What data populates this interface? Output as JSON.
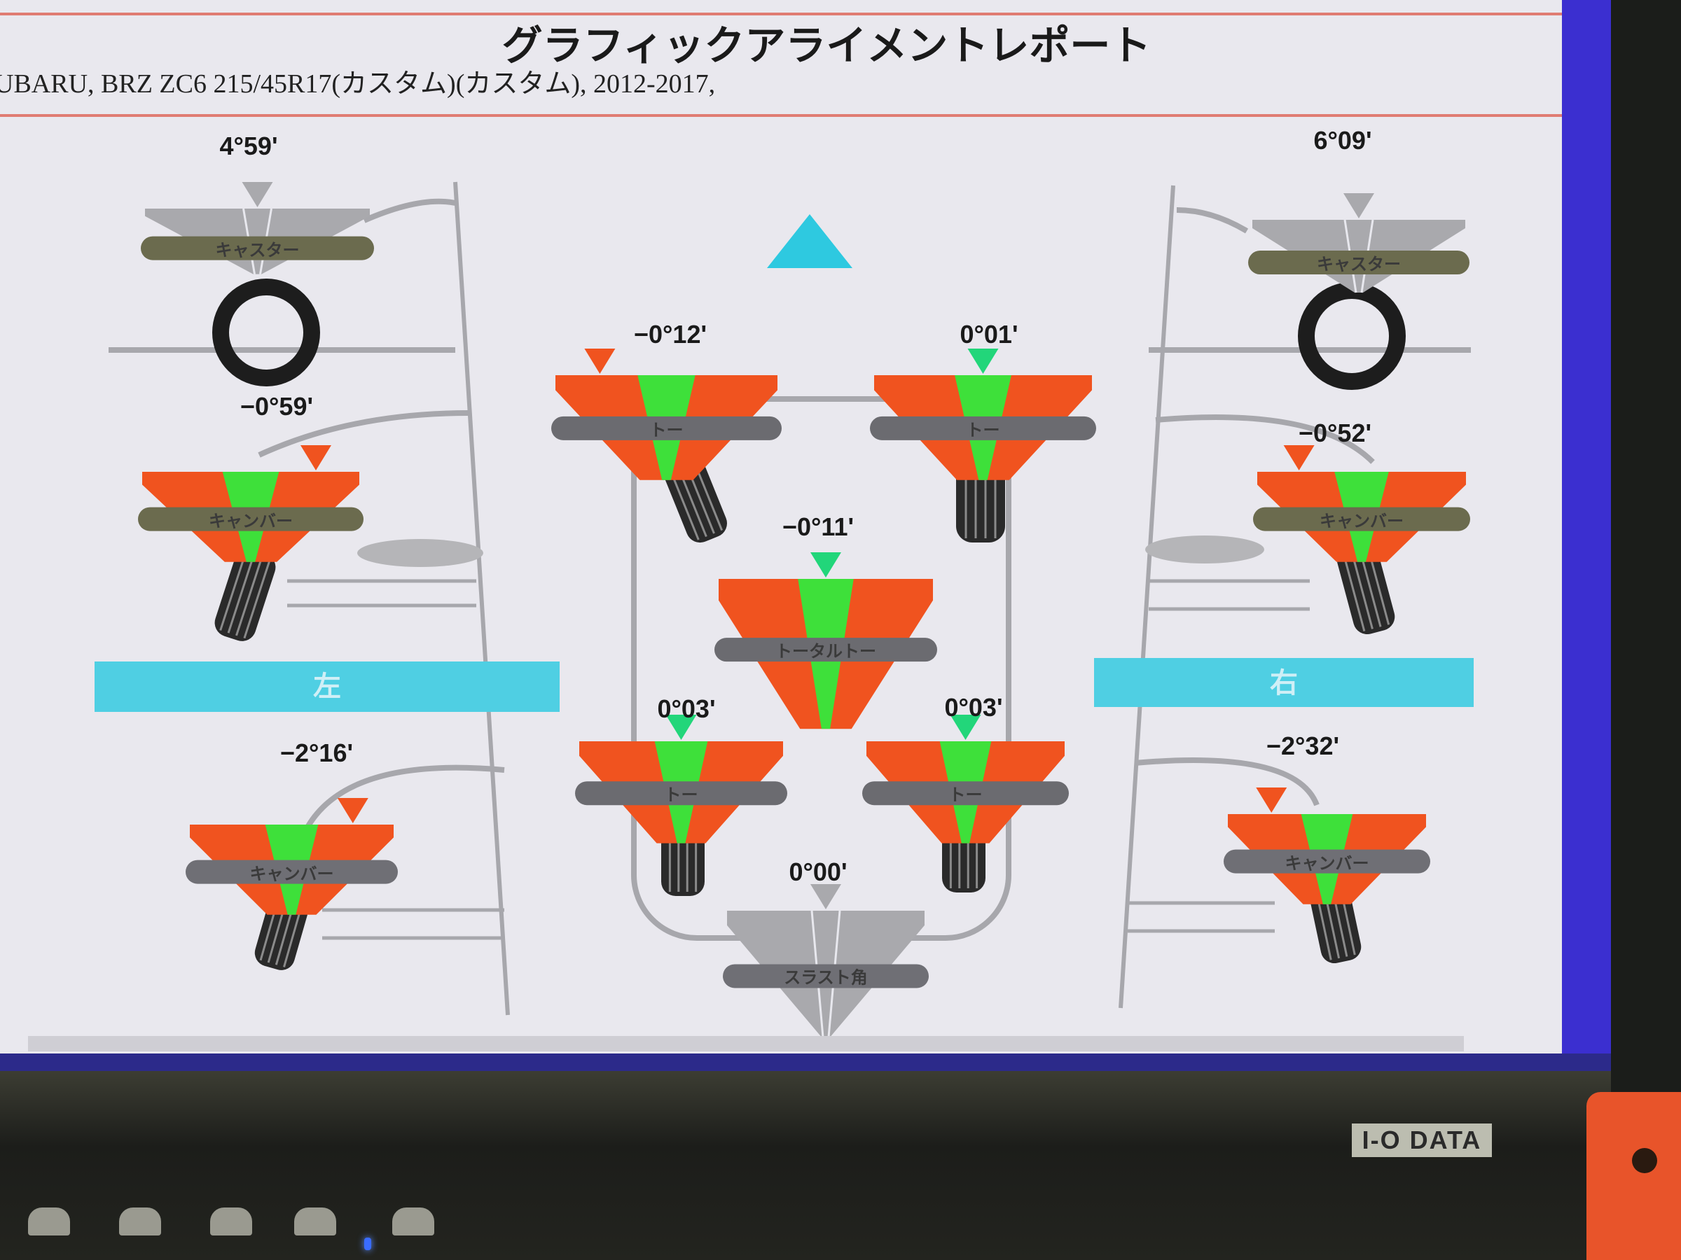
{
  "header": {
    "title": "グラフィックアライメントレポート",
    "vehicle": "UBARU, BRZ ZC6 215/45R17(カスタム)(カスタム), 2012-2017,"
  },
  "sides": {
    "left": "左",
    "right": "右"
  },
  "gauges": {
    "left_caster": {
      "label": "キャスター",
      "value": "4°59'",
      "status": "neutral"
    },
    "right_caster": {
      "label": "キャスター",
      "value": "6°09'",
      "status": "neutral"
    },
    "left_front_camber": {
      "label": "キャンバー",
      "value": "−0°59'",
      "status": "out"
    },
    "right_front_camber": {
      "label": "キャンバー",
      "value": "−0°52'",
      "status": "out"
    },
    "left_rear_camber": {
      "label": "キャンバー",
      "value": "−2°16'",
      "status": "out"
    },
    "right_rear_camber": {
      "label": "キャンバー",
      "value": "−2°32'",
      "status": "out"
    },
    "left_front_toe": {
      "label": "トー",
      "value": "−0°12'",
      "status": "out"
    },
    "right_front_toe": {
      "label": "トー",
      "value": "0°01'",
      "status": "in"
    },
    "front_total_toe": {
      "label": "トータルトー",
      "value": "−0°11'",
      "status": "in"
    },
    "left_rear_toe": {
      "label": "トー",
      "value": "0°03'",
      "status": "in"
    },
    "right_rear_toe": {
      "label": "トー",
      "value": "0°03'",
      "status": "in"
    },
    "thrust_angle": {
      "label": "スラスト角",
      "value": "0°00'",
      "status": "neutral"
    }
  },
  "colors": {
    "in_range": "#3ee03a",
    "out_range": "#f0531f",
    "marker_in": "#22d67a",
    "marker_out": "#f0531f",
    "neutral": "#a9a9ad",
    "side_band": "#4fcfe3",
    "forward_arrow": "#2ec9e0"
  },
  "monitor": {
    "brand": "I-O DATA"
  }
}
